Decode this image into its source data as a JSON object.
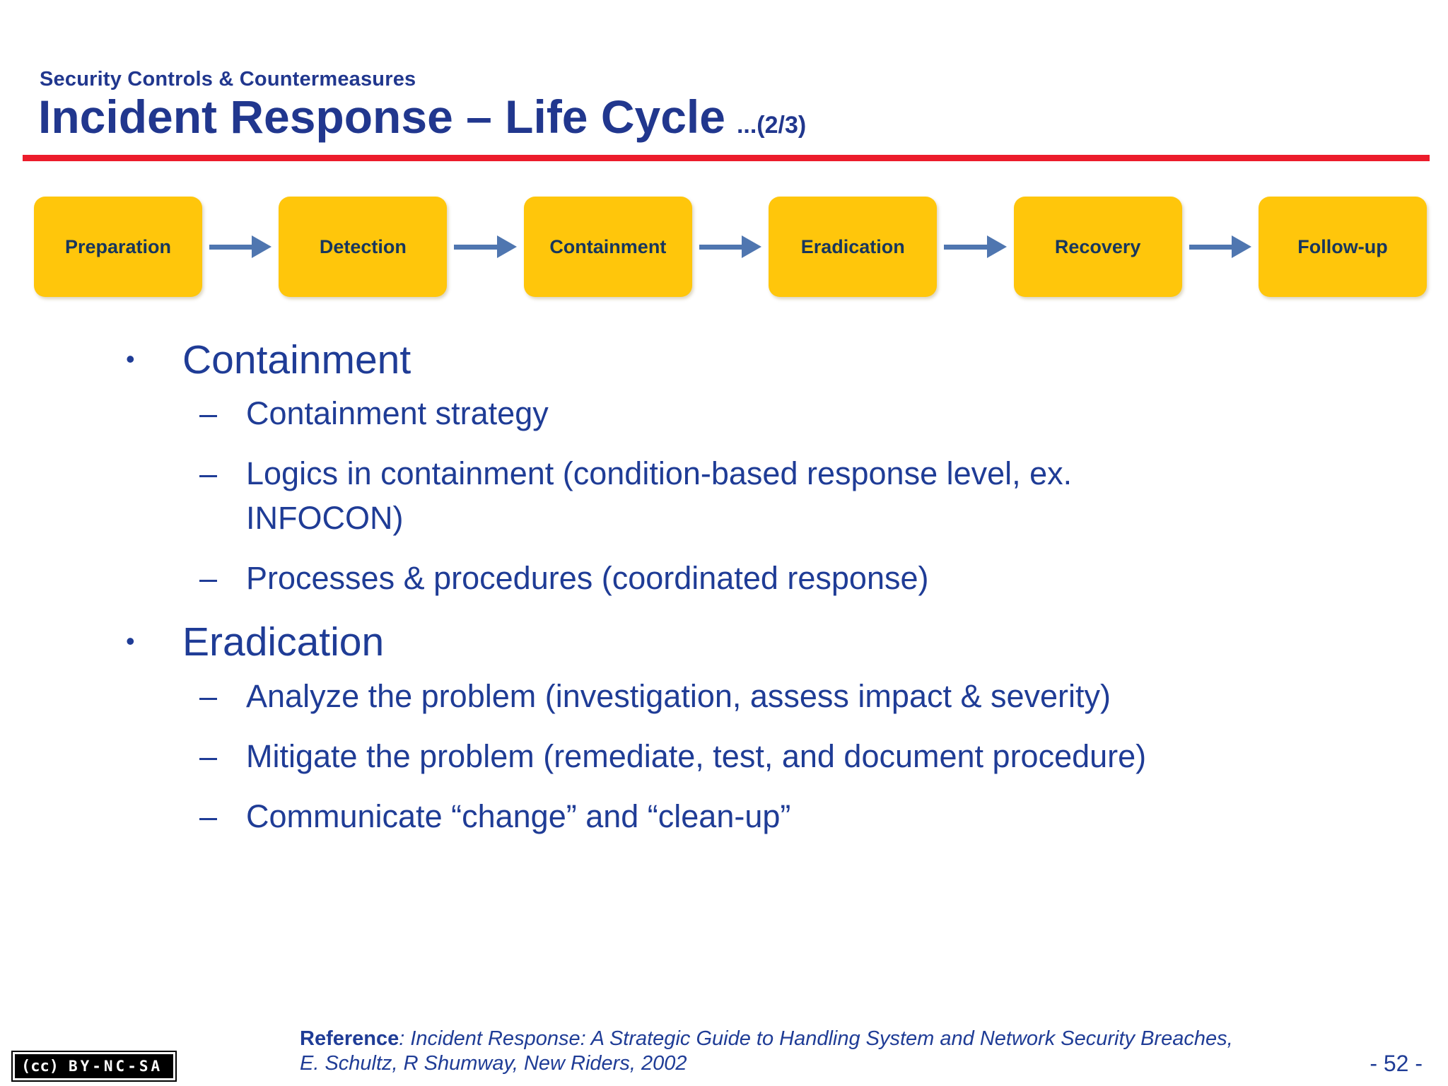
{
  "slide": {
    "eyebrow": "Security Controls & Countermeasures",
    "title": "Incident Response – Life Cycle",
    "title_suffix": "...(2/3)"
  },
  "flow": {
    "steps": [
      "Preparation",
      "Detection",
      "Containment",
      "Eradication",
      "Recovery",
      "Follow-up"
    ]
  },
  "bullets": [
    {
      "label": "Containment",
      "items": [
        "Containment strategy",
        "Logics in containment (condition-based response level, ex. INFOCON)",
        "Processes & procedures (coordinated response)"
      ]
    },
    {
      "label": "Eradication",
      "items": [
        "Analyze the problem (investigation, assess impact & severity)",
        "Mitigate the problem (remediate, test, and document procedure)",
        "Communicate “change” and “clean-up”"
      ]
    }
  ],
  "footer": {
    "reference_label": "Reference",
    "reference_body": ": Incident Response: A Strategic Guide to Handling System and Network Security Breaches, E. Schultz, R Shumway, New Riders, 2002",
    "cc_logo": "(cc)",
    "license": "BY-NC-SA",
    "page_number": "- 52 -"
  },
  "colors": {
    "title_blue": "#21378e",
    "text_blue": "#1f3c96",
    "box_fill": "#ffc60b",
    "box_text": "#17365d",
    "arrow_blue": "#4f76b0",
    "rule_red": "#ec1c2b"
  }
}
